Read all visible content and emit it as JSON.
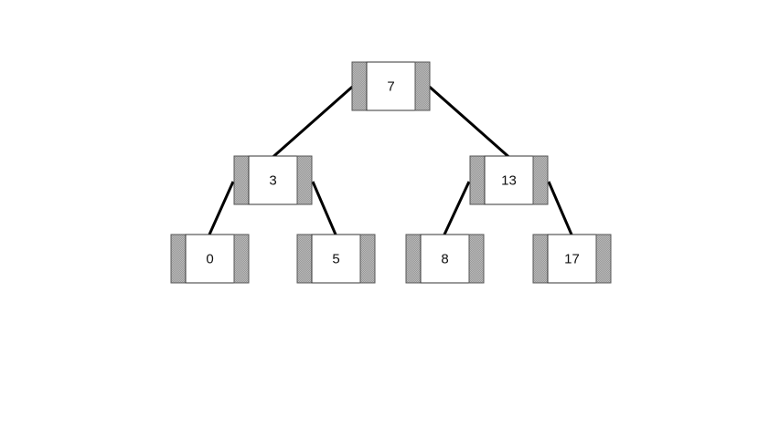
{
  "diagram": {
    "type": "binary-search-tree",
    "pointer_fill": "#a0a0a0",
    "node_fill": "#ffffff",
    "edge_color": "#000000",
    "nodes": [
      {
        "id": "n7",
        "value": "7",
        "parent": null
      },
      {
        "id": "n3",
        "value": "3",
        "parent": "n7",
        "side": "left"
      },
      {
        "id": "n13",
        "value": "13",
        "parent": "n7",
        "side": "right"
      },
      {
        "id": "n0",
        "value": "0",
        "parent": "n3",
        "side": "left"
      },
      {
        "id": "n5",
        "value": "5",
        "parent": "n3",
        "side": "right"
      },
      {
        "id": "n8",
        "value": "8",
        "parent": "n13",
        "side": "left"
      },
      {
        "id": "n17",
        "value": "17",
        "parent": "n13",
        "side": "right"
      }
    ]
  }
}
